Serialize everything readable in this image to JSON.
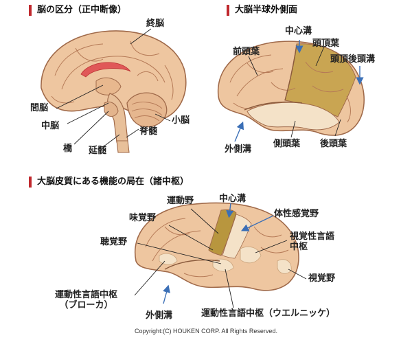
{
  "sections": {
    "medial": {
      "title": "脳の区分（正中断像）",
      "labels": {
        "cerebrum": "終脳",
        "diencephalon": "間脳",
        "midbrain": "中脳",
        "pons": "橋",
        "medulla": "延髄",
        "spinal_cord": "脊髄",
        "cerebellum": "小脳"
      }
    },
    "lateral": {
      "title": "大脳半球外側面",
      "labels": {
        "central_sulcus": "中心溝",
        "frontal_lobe": "前頭葉",
        "parietal_lobe": "頭頂葉",
        "parieto_occipital_sulcus": "頭頂後頭溝",
        "lateral_sulcus": "外側溝",
        "temporal_lobe": "側頭葉",
        "occipital_lobe": "後頭葉"
      }
    },
    "functional": {
      "title": "大脳皮質にある機能の局在（諸中枢）",
      "labels": {
        "motor_area": "運動野",
        "central_sulcus": "中心溝",
        "taste_area": "味覚野",
        "somatosensory_area": "体性感覚野",
        "auditory_area": "聴覚野",
        "visual_speech_center": "視覚性言語\n中枢",
        "visual_area": "視覚野",
        "broca_area": "運動性言語中枢\n（ブローカ）",
        "lateral_sulcus": "外側溝",
        "wernicke_area": "運動性言語中枢（ウエルニッケ）"
      }
    }
  },
  "copyright": "Copyright:(C) HOUKEN CORP. All Rights Reserved.",
  "colors": {
    "brain_fill": "#eec6a0",
    "brain_shade": "#e0ad84",
    "outline": "#a06a4a",
    "gyri_line": "#b57a57",
    "parietal_highlight": "#c9a552",
    "sensory_highlight": "#f4e2c8",
    "motor_highlight": "#b8963e",
    "corpus_callosum": "#e05858",
    "pointer_arrow": "#3b6fb6",
    "title_bar": "#c0282d"
  }
}
